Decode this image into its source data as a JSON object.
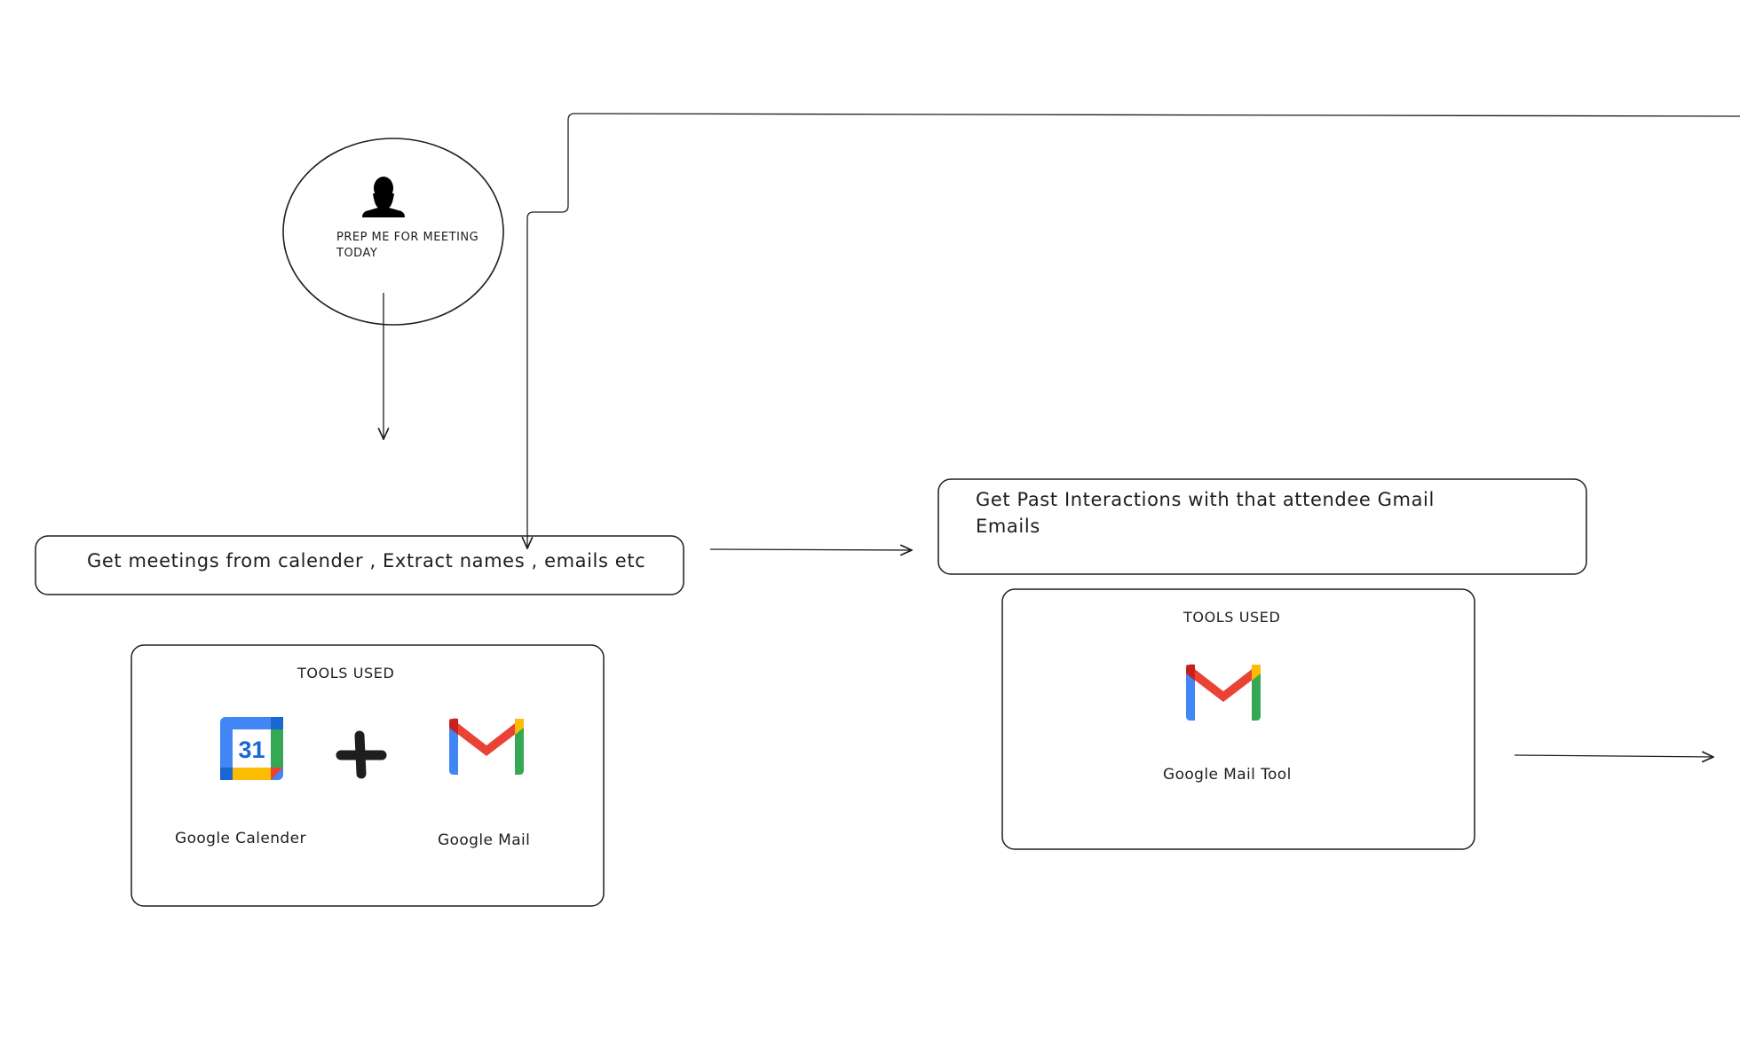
{
  "prompt_bubble": {
    "icon": "user-silhouette-icon",
    "text": "PREP ME FOR MEETING TODAY"
  },
  "steps": [
    {
      "text": "Get meetings from calender , Extract names , emails etc"
    },
    {
      "text": "Get Past Interactions with that attendee Gmail Emails"
    }
  ],
  "tool_panels": [
    {
      "title": "TOOLS USED",
      "tools": [
        {
          "icon": "google-calendar-icon",
          "label": "Google Calender",
          "icon_text": "31"
        },
        {
          "icon": "plus-icon"
        },
        {
          "icon": "gmail-icon",
          "label": "Google Mail"
        }
      ]
    },
    {
      "title": "TOOLS USED",
      "tools": [
        {
          "icon": "gmail-icon",
          "label": "Google Mail Tool"
        }
      ]
    }
  ],
  "colors": {
    "stroke": "#1e1e1e",
    "google_blue": "#4285f4",
    "google_red": "#ea4335",
    "google_yellow": "#fbbc04",
    "google_green": "#34a853",
    "calendar_dark_blue": "#1967d2",
    "gmail_dark_red": "#c5221f"
  }
}
